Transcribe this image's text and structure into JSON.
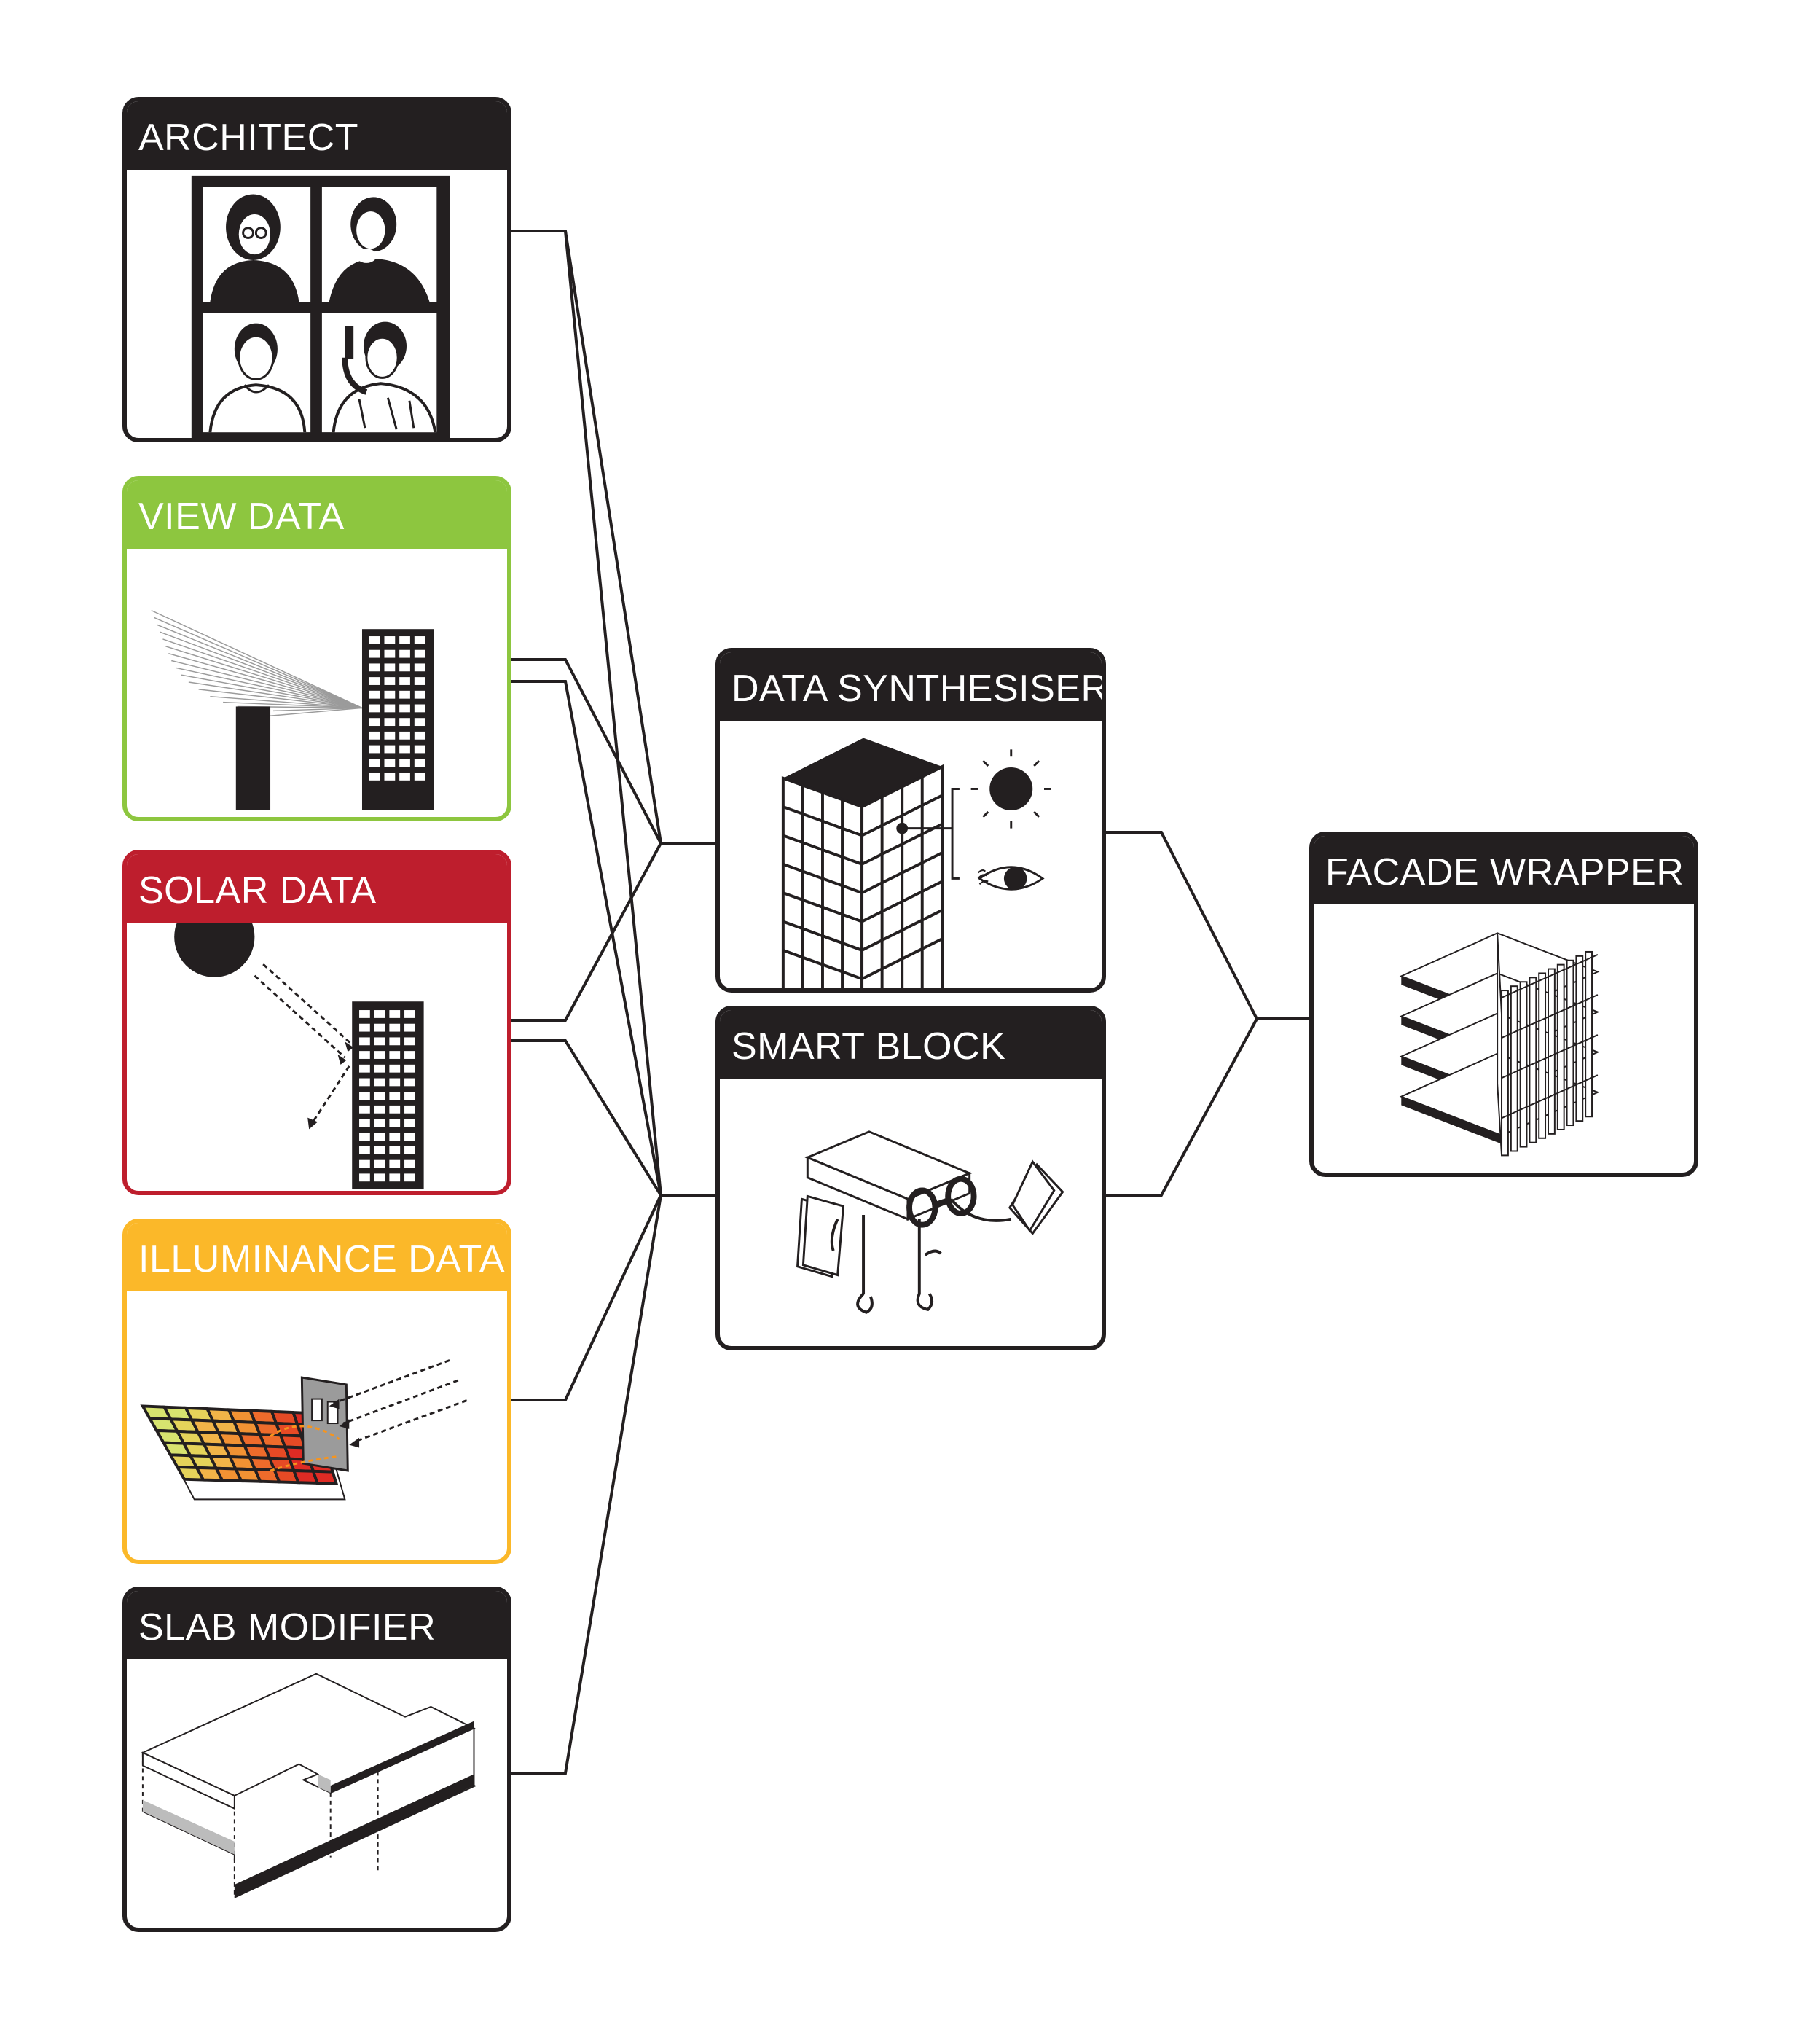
{
  "diagram": {
    "inputs": [
      {
        "id": "architect",
        "label": "ARCHITECT"
      },
      {
        "id": "view",
        "label": "VIEW DATA",
        "color": "#8dc63f"
      },
      {
        "id": "solar",
        "label": "SOLAR DATA",
        "color": "#be1e2d"
      },
      {
        "id": "illum",
        "label": "ILLUMINANCE DATA",
        "color": "#fbb829"
      },
      {
        "id": "slab",
        "label": "SLAB MODIFIER"
      }
    ],
    "processors": [
      {
        "id": "synth",
        "label": "DATA SYNTHESISER"
      },
      {
        "id": "smart",
        "label": "SMART BLOCK"
      }
    ],
    "output": {
      "id": "facade",
      "label": "FACADE WRAPPER"
    },
    "colors": {
      "frame": "#231f20",
      "view": "#8dc63f",
      "solar": "#be1e2d",
      "illuminance": "#fbb829"
    },
    "icons": [
      "portraits-grid-icon",
      "view-rays-icon",
      "sun-rays-icon",
      "illuminance-grid-icon",
      "slab-icon",
      "tower-sensor-icon",
      "smart-block-character-icon",
      "facade-frame-icon"
    ]
  }
}
